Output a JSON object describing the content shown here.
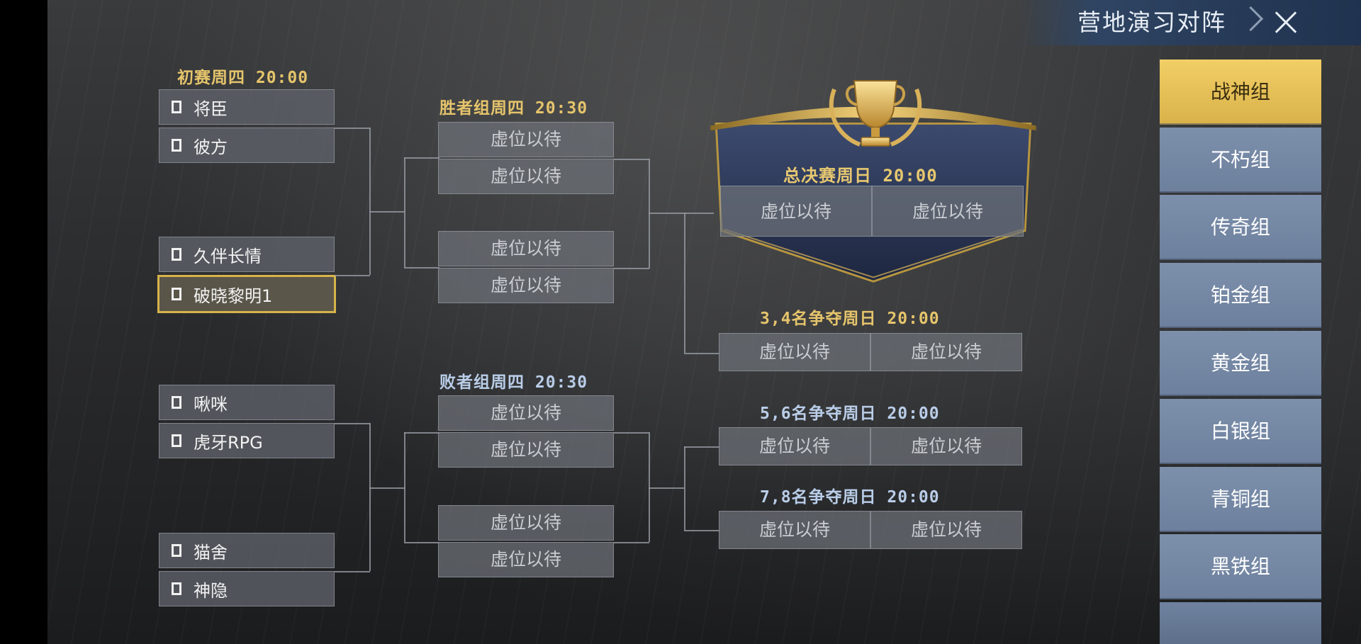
{
  "header": {
    "title": "营地演习对阵"
  },
  "bracket": {
    "round1": {
      "label": "初赛周四 20:00",
      "teams": [
        "将臣",
        "彼方",
        "久伴长情",
        "破晓黎明1",
        "啾咪",
        "虎牙RPG",
        "猫舍",
        "神隐"
      ]
    },
    "winners": {
      "label": "胜者组周四 20:30",
      "slots": [
        "虚位以待",
        "虚位以待",
        "虚位以待",
        "虚位以待"
      ]
    },
    "losers": {
      "label": "败者组周四 20:30",
      "slots": [
        "虚位以待",
        "虚位以待",
        "虚位以待",
        "虚位以待"
      ]
    },
    "final": {
      "label": "总决赛周日 20:00",
      "slots": [
        "虚位以待",
        "虚位以待"
      ]
    },
    "place34": {
      "label": "3,4名争夺周日 20:00",
      "slots": [
        "虚位以待",
        "虚位以待"
      ]
    },
    "place56": {
      "label": "5,6名争夺周日 20:00",
      "slots": [
        "虚位以待",
        "虚位以待"
      ]
    },
    "place78": {
      "label": "7,8名争夺周日 20:00",
      "slots": [
        "虚位以待",
        "虚位以待"
      ]
    }
  },
  "tabs": [
    "战神组",
    "不朽组",
    "传奇组",
    "铂金组",
    "黄金组",
    "白银组",
    "青铜组",
    "黑铁组"
  ],
  "colors": {
    "accent_gold": "#e5c46b",
    "tab_active": "#e9c55a",
    "tab_inactive": "#7386a3"
  }
}
